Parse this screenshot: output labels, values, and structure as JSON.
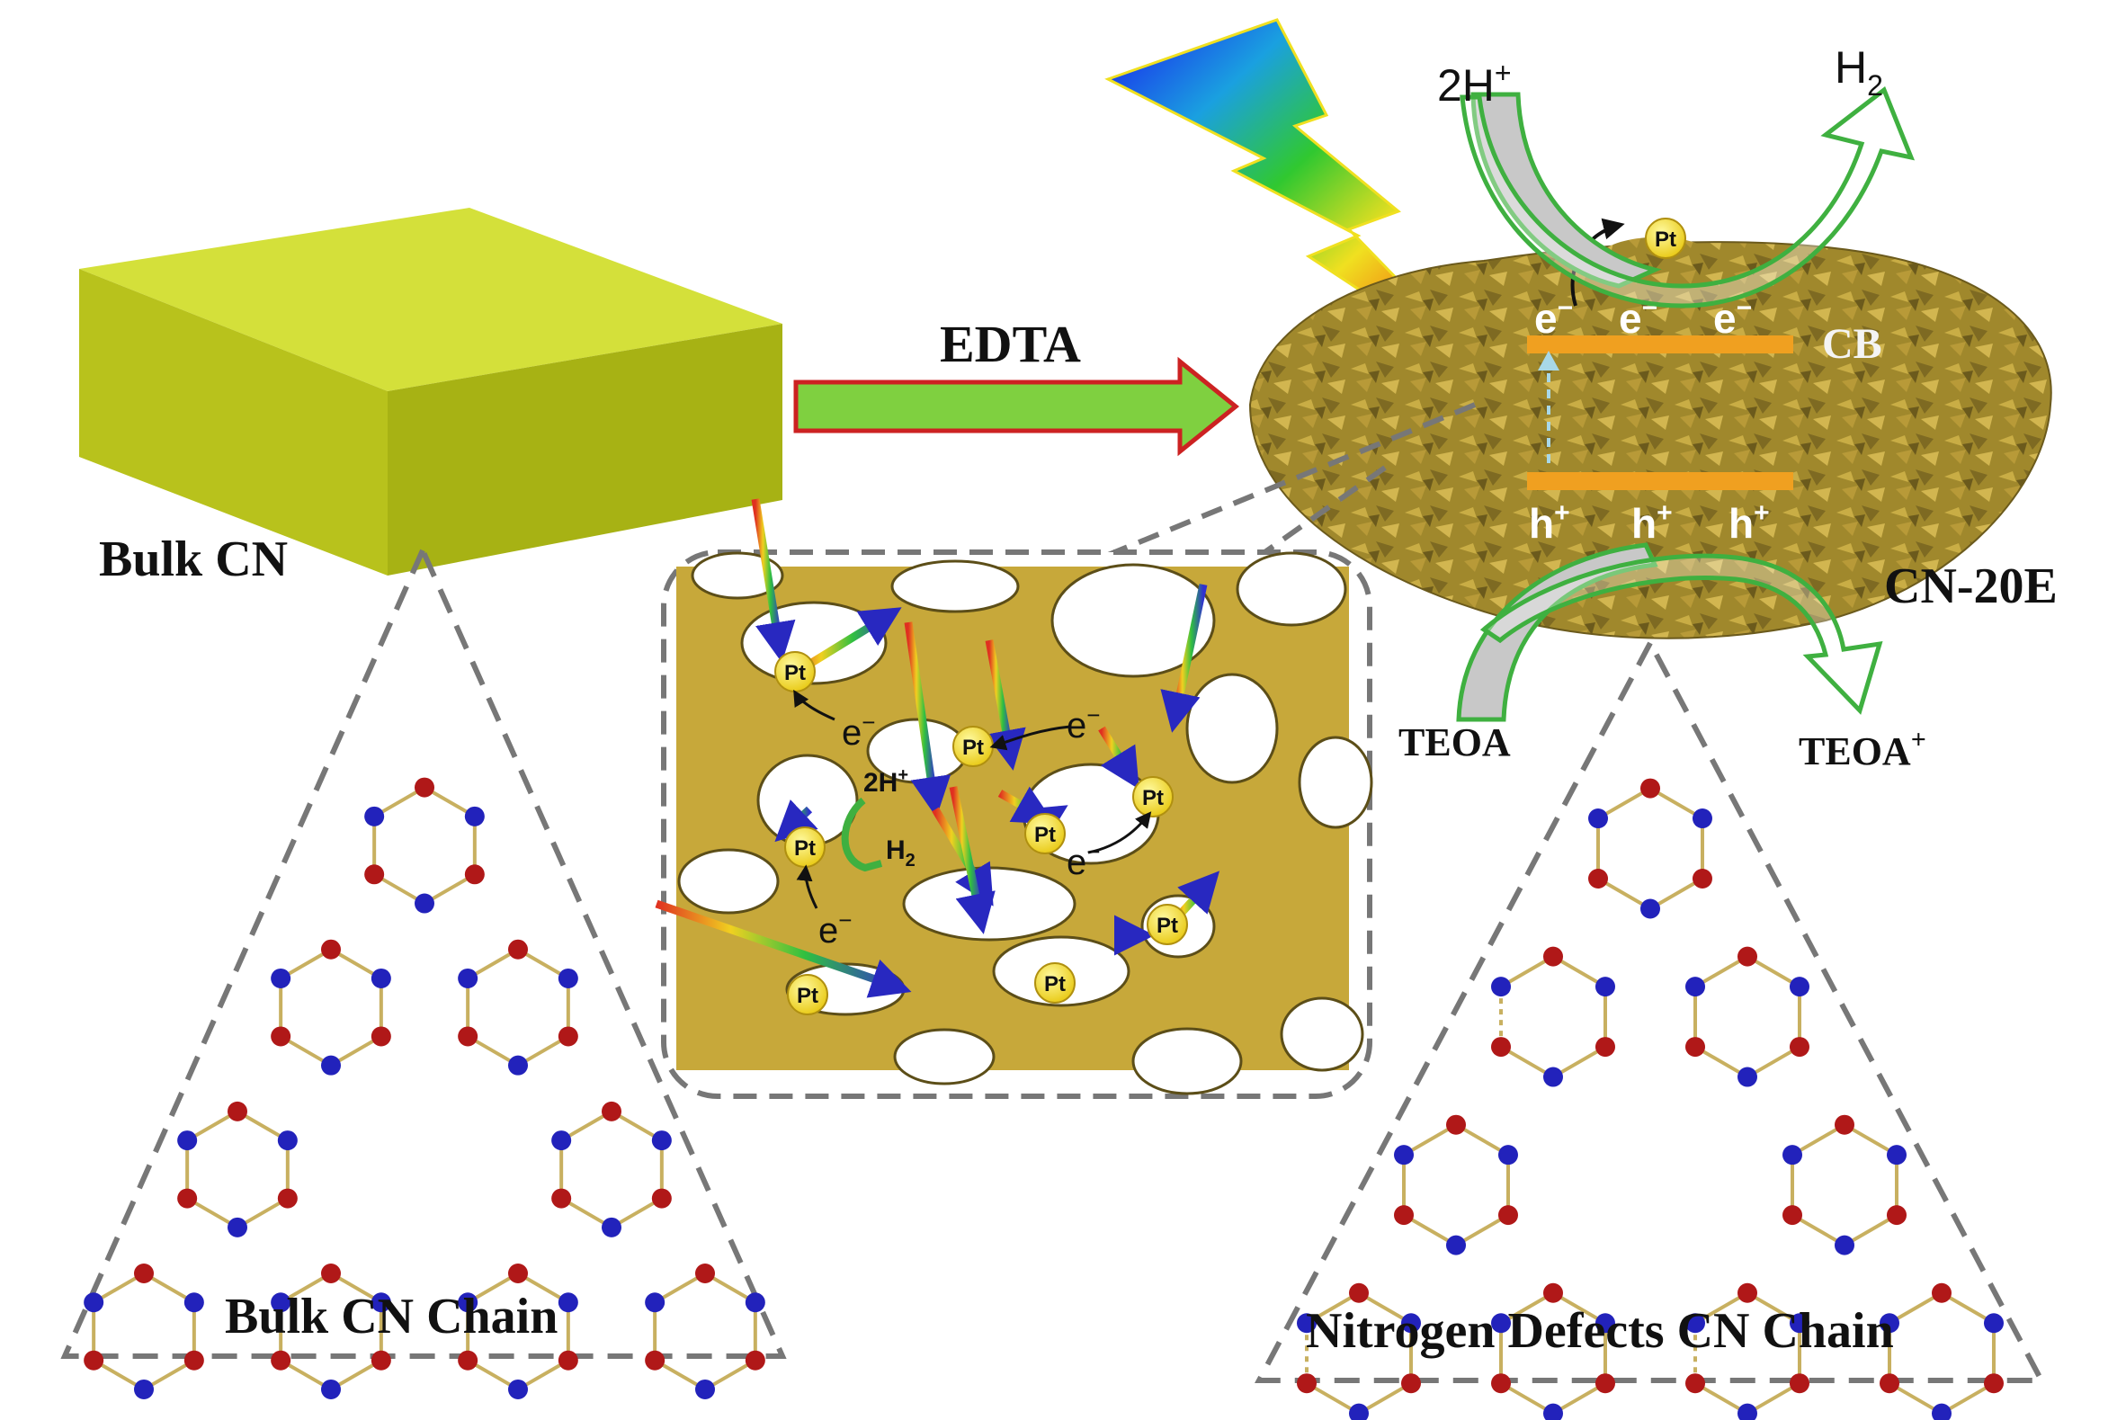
{
  "labels": {
    "bulk_cn": "Bulk CN",
    "edta": "EDTA",
    "cn_20e": "CN-20E",
    "cb": "CB",
    "teoa": "TEOA",
    "teoa_plus": "TEOA",
    "teoa_plus_sup": "+",
    "two_h_plus": "2H",
    "two_h_plus_sup": "+",
    "h2": "H",
    "h2_sub": "2",
    "pt": "Pt",
    "electron": "e",
    "electron_sup": "−",
    "hole": "h",
    "hole_sup": "+",
    "bulk_cn_chain": "Bulk CN Chain",
    "n_defects_chain": "Nitrogen Defects CN Chain",
    "inset_2h": "2H",
    "inset_2h_sup": "+",
    "inset_h2": "H",
    "inset_h2_sub": "2"
  },
  "colors": {
    "bulk_block_top": "#d4e03a",
    "bulk_block_front": "#b8c21c",
    "bulk_block_side": "#a3ad10",
    "sheet": "#c7a83a",
    "sheet_dark": "#8e7a2a",
    "band": "#f0a020",
    "atom_n": "#2222bb",
    "atom_c": "#b01818",
    "bond": "#c8b060",
    "pt_fill": "#f5e22a",
    "dashed": "#777777",
    "edta_arrow_fill": "#7fd040",
    "edta_arrow_stroke": "#cc2222",
    "green_arrow": "#3fb040",
    "grey_arrow": "#c8c8c8"
  }
}
